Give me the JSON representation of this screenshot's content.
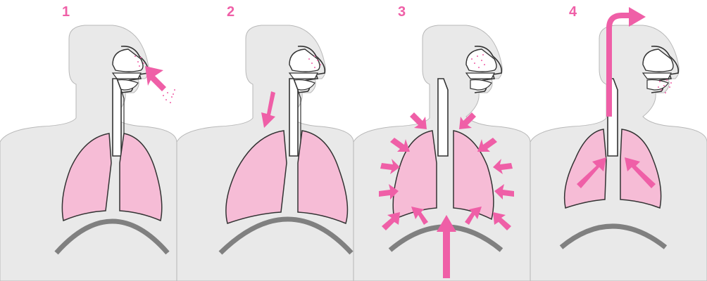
{
  "colors": {
    "accent": "#ef5fa7",
    "lung": "#f6bcd6",
    "body": "#e9e9e9",
    "outline": "#333333",
    "diaphragm": "#808080"
  },
  "steps": [
    {
      "number": "1",
      "icon": "inhale-through-nose"
    },
    {
      "number": "2",
      "icon": "air-down-trachea"
    },
    {
      "number": "3",
      "icon": "lungs-compressed-diaphragm-up"
    },
    {
      "number": "4",
      "icon": "exhale-through-nose"
    }
  ]
}
